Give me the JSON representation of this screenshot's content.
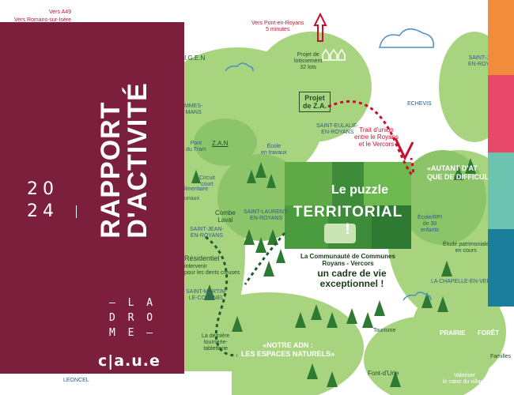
{
  "cover": {
    "title_line1": "RAPPORT",
    "title_line2": "D'ACTIVITÉ",
    "year_line1": "20",
    "year_line2": "24",
    "logo_line1": "– L A",
    "logo_line2": "D R O",
    "logo_line3": "M E –",
    "caue": "c|a.u.e"
  },
  "map": {
    "puzzle_line1": "Le puzzle",
    "puzzle_line2": "TERRITORIAL !",
    "cc_line1": "La Communauté de Communes",
    "cc_line2": "Royans - Vercors",
    "slogan_line1": "un cadre de vie",
    "slogan_line2": "exceptionnel !",
    "adn_line1": "«NOTRE ADN :",
    "adn_line2": "LES ESPACES NATURELS»",
    "autant_line1": "«AUTANT D'AT",
    "autant_line2": "QUE DE DIFFICULT",
    "vers_a49": "Vers A49",
    "vers_romans": "Vers Romans-sur-Isère",
    "vers_pont_1": "Vers Pont-en-Royans",
    "vers_pont_2": "5 minutes",
    "lotissement_1": "Projet de",
    "lotissement_2": "lotissement",
    "lotissement_3": "32 lots",
    "projet_za_1": "Projet",
    "projet_za_2": "de Z.A.",
    "trait_1": "Trait d'union",
    "trait_2": "entre le Royans",
    "trait_3": "et le Vercors",
    "echevis": "ECHEVIS",
    "eulalie_1": "SAINT-EULALIE-",
    "eulalie_2": "EN-ROYANS",
    "saint_j": "SAINT-J",
    "en_royans_r": "EN-ROY",
    "igen": "I.G.E.N",
    "mmes": "MMES-",
    "mans": "MANS",
    "zan": "Z.A.N",
    "ecole_travaux_1": "École",
    "ecole_travaux_2": "en travaux",
    "pont_1": "Pont",
    "pont_2": "du Tram",
    "circuit_1": "Circuit",
    "circuit_2": "court",
    "alim": "limentaire",
    "ux": "unaux",
    "combe_1": "Combe",
    "combe_2": "Laval",
    "laurent_1": "SAINT-LAURENT-",
    "laurent_2": "EN-ROYANS",
    "jean_1": "SAINT-JEAN-",
    "jean_2": "EN-ROYANS",
    "residentiel": "Résidentiel",
    "intervenir_1": "intervenir",
    "intervenir_2": "pour les dents creuses",
    "martin_1": "SAINT-MARTIN-",
    "martin_2": "LE-COLONEL",
    "derniere_1": "La dernière",
    "derniere_2": "tournerie-",
    "derniere_3": "tabletterie",
    "ecole_rpi_1": "École/RPI",
    "ecole_rpi_2": "de 30",
    "ecole_rpi_3": "enfants",
    "etude_1": "Étude patrimoniale",
    "etude_2": "en cours",
    "chapelle": "LA CHAPELLE-EN-VERCORS",
    "tourisme": "Tourisme",
    "font_urle": "Font-d'Urle",
    "prairie": "PRAIRIE",
    "foret": "FORÊT",
    "familles": "Familles",
    "valoriser_1": "Valoriser",
    "valoriser_2": "le cœur du village",
    "leoncel": "LEONCEL"
  },
  "colors": {
    "panel": "#7c1f3d",
    "stripe1": "#f28b3c",
    "stripe2": "#e8496a",
    "stripe3": "#6cc3b0",
    "stripe4": "#1b7e9a",
    "light_green": "#a9d47f",
    "mid_green": "#5faa46",
    "dark_green": "#2f7a32"
  }
}
